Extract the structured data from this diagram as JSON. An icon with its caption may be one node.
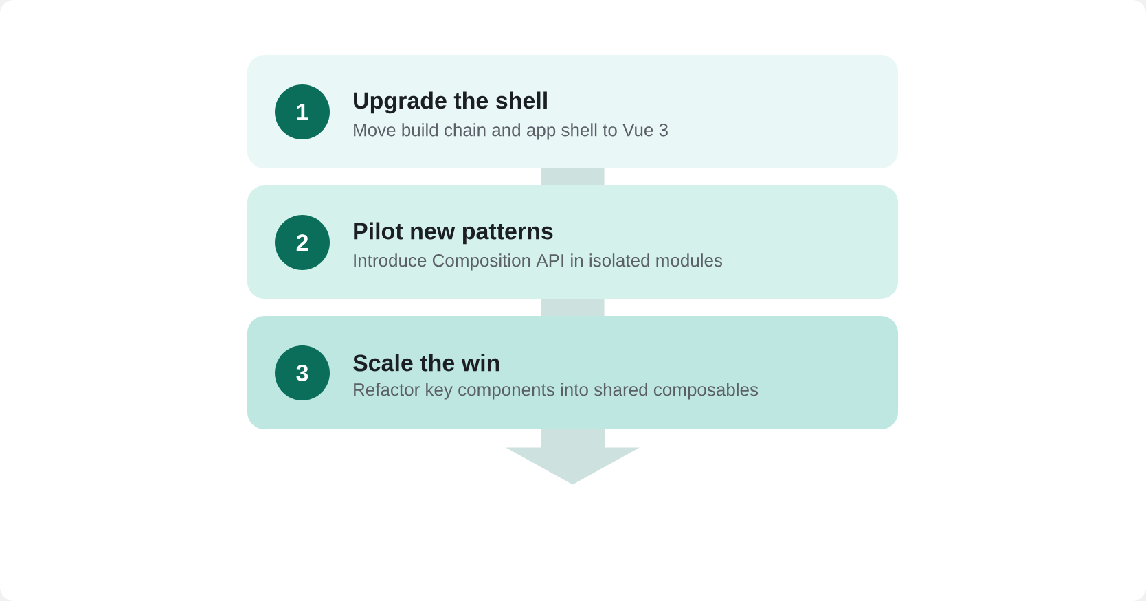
{
  "diagram": {
    "nodes": [
      {
        "text": [
          "Upgrade the shell",
          "Move build chain and app shell to Vue 3"
        ]
      },
      {
        "text": [
          "1"
        ],
        "in": 0
      },
      {
        "text": [
          "Pilot new patterns",
          "Introduce Composition API in isolated modules"
        ]
      },
      {
        "text": [
          "2"
        ],
        "in": 2
      },
      {
        "text": [
          "Scale the win",
          "Refactor key components into shared composables"
        ]
      },
      {
        "text": [
          "3"
        ],
        "in": 4
      }
    ],
    "edges": [
      {
        "from": 0,
        "to": 2,
        "arrow": "none"
      },
      {
        "from": 2,
        "to": 4,
        "arrow": "none"
      },
      {
        "from": 4,
        "to": null,
        "arrow": "to"
      }
    ]
  }
}
